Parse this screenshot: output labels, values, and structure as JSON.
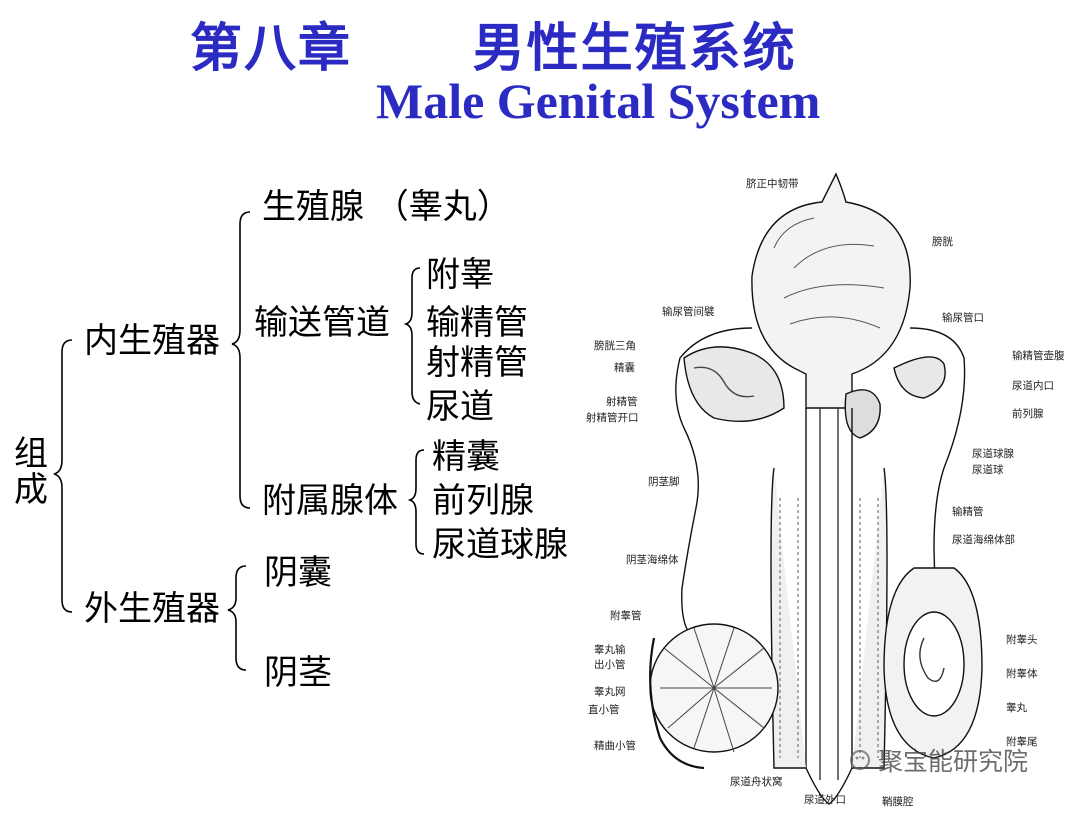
{
  "title": {
    "chinese": "第八章      男性生殖系统",
    "english": "Male Genital System"
  },
  "tree": {
    "root": "组成",
    "internal": {
      "label": "内生殖器",
      "gonad": "生殖腺 （睾丸）",
      "ducts": {
        "label": "输送管道",
        "items": [
          "附睾",
          "输精管",
          "射精管",
          "尿道"
        ]
      },
      "glands": {
        "label": "附属腺体",
        "items": [
          "精囊",
          "前列腺",
          "尿道球腺"
        ]
      }
    },
    "external": {
      "label": "外生殖器",
      "items": [
        "阴囊",
        "阴茎"
      ]
    }
  },
  "figure": {
    "labels_left": [
      "输尿管间襞",
      "膀胱三角",
      "精囊",
      "射精管",
      "射精管开口",
      "阴茎脚",
      "阴茎海绵体",
      "附睾管",
      "睾丸输出小管",
      "睾丸网",
      "直小管",
      "精曲小管",
      "尿道舟状窝"
    ],
    "labels_right": [
      "脐正中韧带",
      "膀胱",
      "输尿管口",
      "输精管壶腹",
      "尿道内口",
      "前列腺",
      "尿道球腺",
      "尿道球",
      "输精管",
      "尿道海绵体部",
      "附睾头",
      "附睾体",
      "睾丸",
      "附睾尾"
    ],
    "labels_bottom": [
      "尿道外口",
      "鞘膜腔"
    ]
  },
  "watermark": "聚宝能研究院",
  "colors": {
    "title": "#2b2bc4",
    "text": "#000000"
  }
}
